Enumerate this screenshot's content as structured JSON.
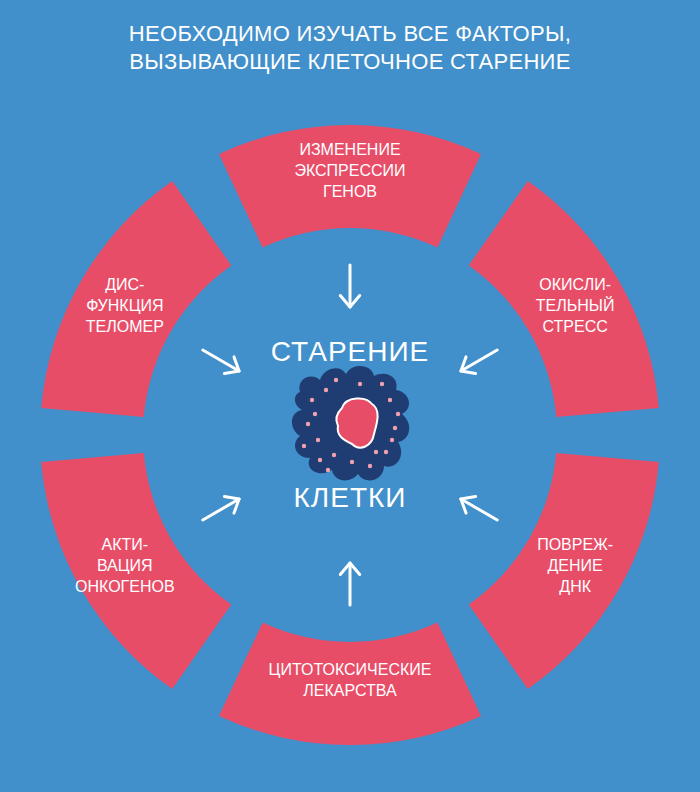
{
  "diagram": {
    "title": "НЕОБХОДИМО ИЗУЧАТЬ ВСЕ ФАКТОРЫ, ВЫЗЫВАЮЩИЕ КЛЕТОЧНОЕ СТАРЕНИЕ",
    "nodes": [
      {
        "text": [
          "ИЗМЕНЕНИЕ ЭКСПРЕССИИ ГЕНОВ"
        ]
      },
      {
        "text": [
          "ДИС- ФУНКЦИЯ ТЕЛОМЕР"
        ]
      },
      {
        "text": [
          "ОКИСЛИ- ТЕЛЬНЫЙ СТРЕСС"
        ]
      },
      {
        "text": [
          "СТАРЕНИЕ",
          "КЛЕТКИ"
        ]
      },
      {
        "text": [
          "АКТИ- ВАЦИЯ ОНКОГЕНОВ"
        ]
      },
      {
        "text": [
          "ПОВРЕЖ- ДЕНИЕ ДНК"
        ]
      },
      {
        "text": [
          "ЦИТОТОКСИЧЕСКИЕ ЛЕКАРСТВА"
        ]
      }
    ],
    "edges": [
      {
        "from": 0,
        "to": 3,
        "arrow": "to"
      },
      {
        "from": 1,
        "to": 3,
        "arrow": "to"
      },
      {
        "from": 2,
        "to": 3,
        "arrow": "to"
      },
      {
        "from": 4,
        "to": 3,
        "arrow": "to"
      },
      {
        "from": 5,
        "to": 3,
        "arrow": "to"
      },
      {
        "from": 6,
        "to": 3,
        "arrow": "to"
      }
    ]
  }
}
